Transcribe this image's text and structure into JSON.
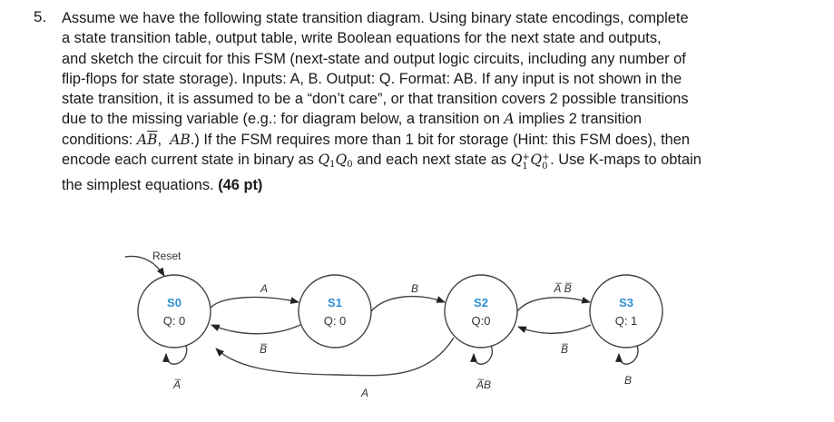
{
  "problem": {
    "number": "5.",
    "lines": [
      "Assume we have the following state transition diagram. Using binary state encodings, complete",
      "a state transition table, output table, write Boolean equations for the next state and outputs,",
      "and sketch the circuit for this FSM (next-state and output logic circuits, including any number of",
      "flip-flops for state storage). Inputs: A, B. Output: Q. Format: AB. If any input is not shown in the",
      "state transition, it is assumed to be a “don’t care”, or that transition covers 2 possible transitions",
      "due to the missing variable (e.g.: for diagram below, a transition on ",
      "implies 2 transition",
      "conditions: ",
      ".) If the FSM requires more than 1 bit for storage (Hint: this FSM does), then",
      "encode each current state in binary as ",
      " and each next state as ",
      ". Use K-maps to obtain",
      "the simplest equations. "
    ],
    "points": "(46 pt)",
    "math": {
      "A": "A",
      "A_Bbar_A": "A",
      "A_Bbar_B": "B",
      "AB": "AB",
      "Q": "Q",
      "sub1": "1",
      "sub0": "0",
      "plus": "+"
    }
  },
  "diagram": {
    "reset_label": "Reset",
    "states": [
      {
        "name": "S0",
        "output": "Q: 0"
      },
      {
        "name": "S1",
        "output": "Q: 0"
      },
      {
        "name": "S2",
        "output": "Q:0"
      },
      {
        "name": "S3",
        "output": "Q: 1"
      }
    ],
    "transitions": [
      {
        "from": "S0",
        "to": "S1",
        "label": "A"
      },
      {
        "from": "S1",
        "to": "S0",
        "label": "B̅"
      },
      {
        "from": "S0",
        "to": "S0",
        "label": "A̅"
      },
      {
        "from": "S1",
        "to": "S2",
        "label": "B"
      },
      {
        "from": "S2",
        "to": "S0",
        "label": "A"
      },
      {
        "from": "S2",
        "to": "S2",
        "label": "A̅B"
      },
      {
        "from": "S2",
        "to": "S3",
        "label": "A̅ B̅"
      },
      {
        "from": "S3",
        "to": "S2",
        "label": "B̅"
      },
      {
        "from": "S3",
        "to": "S3",
        "label": "B"
      }
    ],
    "colors": {
      "state_name": "#2b8fd6",
      "stroke": "#444444"
    }
  }
}
